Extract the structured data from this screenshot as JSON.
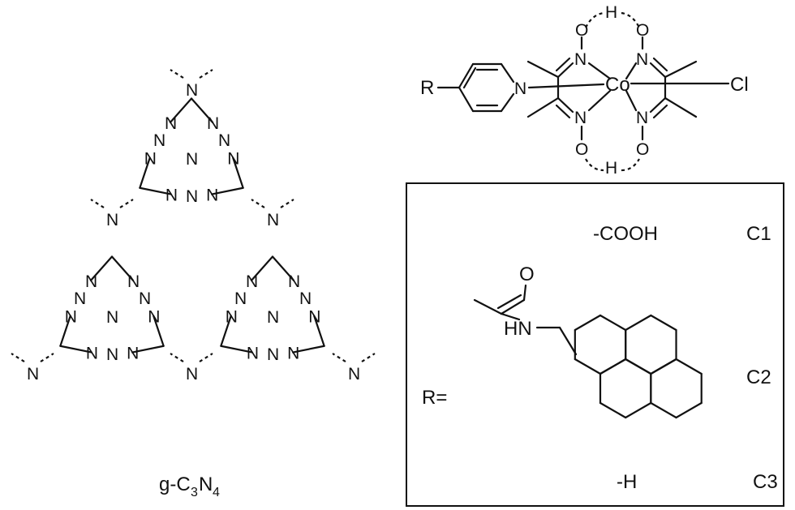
{
  "gc3n4": {
    "atom_N": "N",
    "label_prefix": "g-C",
    "label_sub1": "3",
    "label_mid": "N",
    "label_sub2": "4"
  },
  "cobaloxime": {
    "R": "R",
    "N": "N",
    "O": "O",
    "H": "H",
    "Co": "Co",
    "Cl": "Cl"
  },
  "r_table": {
    "r_equals": "R=",
    "rows": [
      {
        "substituent": "-COOH",
        "code": "C1"
      },
      {
        "substituent": "",
        "code": "C2"
      },
      {
        "substituent": "-H",
        "code": "C3"
      }
    ],
    "amide_O": "O",
    "amide_HN": "HN"
  }
}
